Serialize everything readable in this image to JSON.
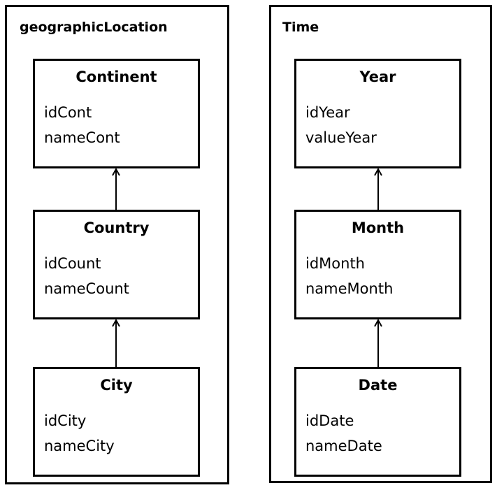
{
  "diagram": {
    "type": "uml-class-diagram",
    "background_color": "#ffffff",
    "line_color": "#000000",
    "packages": [
      {
        "name": "geographicLocation",
        "label": "geographicLocation",
        "classes": [
          {
            "name": "Continent",
            "title": "Continent",
            "attributes": [
              "idCont",
              "nameCont"
            ]
          },
          {
            "name": "Country",
            "title": "Country",
            "attributes": [
              "idCount",
              "nameCount"
            ]
          },
          {
            "name": "City",
            "title": "City",
            "attributes": [
              "idCity",
              "nameCity"
            ]
          }
        ],
        "relationships": [
          {
            "from": "Country",
            "to": "Continent",
            "kind": "generalization-arrow"
          },
          {
            "from": "City",
            "to": "Country",
            "kind": "generalization-arrow"
          }
        ]
      },
      {
        "name": "Time",
        "label": "Time",
        "classes": [
          {
            "name": "Year",
            "title": "Year",
            "attributes": [
              "idYear",
              "valueYear"
            ]
          },
          {
            "name": "Month",
            "title": "Month",
            "attributes": [
              "idMonth",
              "nameMonth"
            ]
          },
          {
            "name": "Date",
            "title": "Date",
            "attributes": [
              "idDate",
              "nameDate"
            ]
          }
        ],
        "relationships": [
          {
            "from": "Month",
            "to": "Year",
            "kind": "generalization-arrow"
          },
          {
            "from": "Date",
            "to": "Month",
            "kind": "generalization-arrow"
          }
        ]
      }
    ]
  }
}
